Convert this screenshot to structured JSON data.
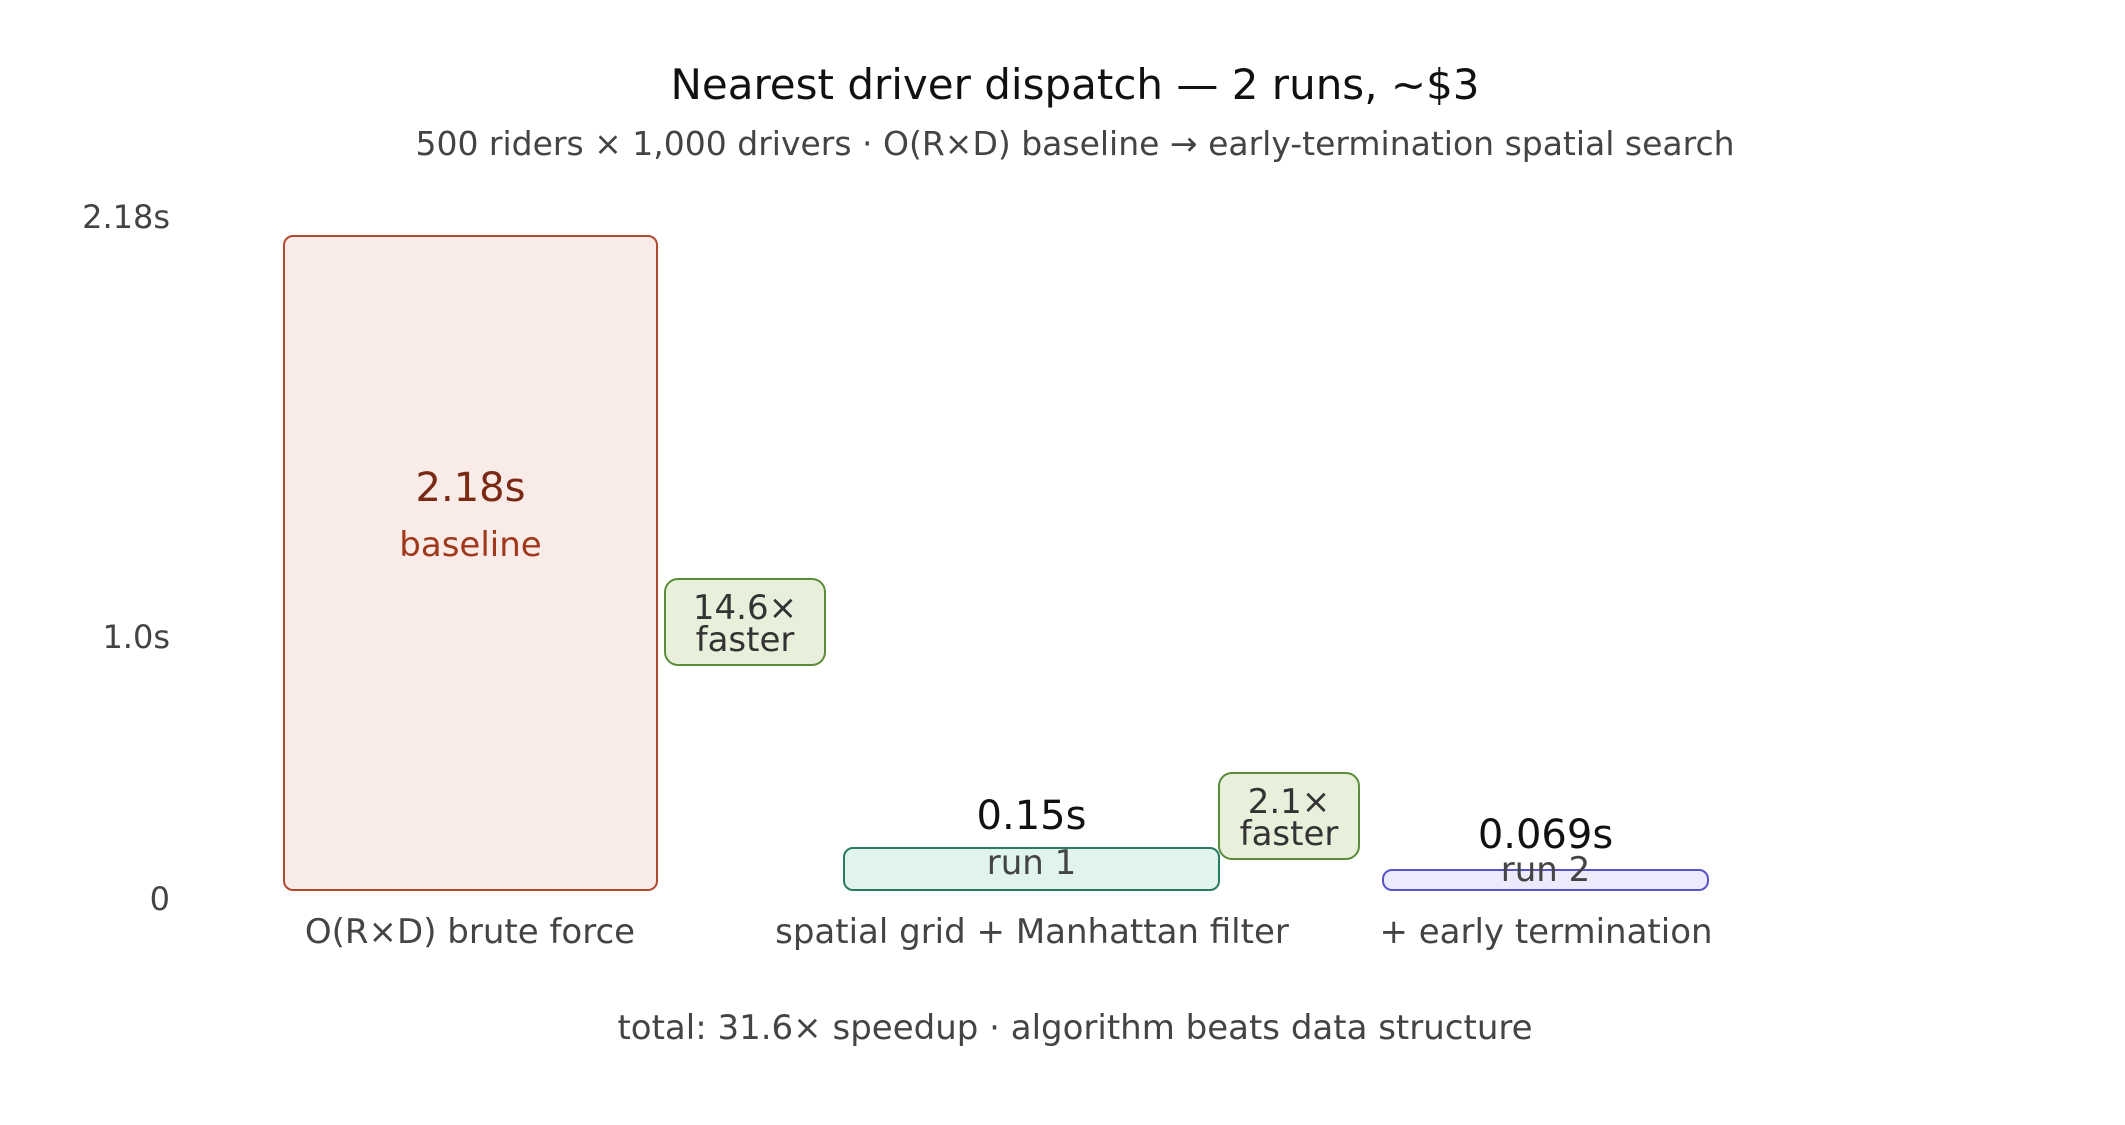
{
  "title": "Nearest driver dispatch — 2 runs, ~$3",
  "subtitle": "500 riders × 1,000 drivers · O(R×D) baseline → early-termination spatial search",
  "yaxis": {
    "ticks": [
      "2.18s",
      "1.0s",
      "0"
    ]
  },
  "bars": [
    {
      "category": "O(R×D) brute force",
      "value_label": "2.18s",
      "sub_label": "baseline",
      "value": 2.18,
      "color": "#b04a30",
      "fill": "#f9ebe7"
    },
    {
      "category": "spatial grid + Manhattan filter",
      "value_label": "0.15s",
      "sub_label": "run 1",
      "value": 0.15,
      "color": "#2a7a5f",
      "fill": "#e0f3ec"
    },
    {
      "category": "+ early termination",
      "value_label": "0.069s",
      "sub_label": "run 2",
      "value": 0.069,
      "color": "#5a52c8",
      "fill": "#ebebfb"
    }
  ],
  "badges": [
    {
      "line1": "14.6×",
      "line2": "faster"
    },
    {
      "line1": "2.1×",
      "line2": "faster"
    }
  ],
  "footer": "total: 31.6× speedup · algorithm beats data structure",
  "chart_data": {
    "type": "bar",
    "title": "Nearest driver dispatch — 2 runs, ~$3",
    "subtitle": "500 riders × 1,000 drivers · O(R×D) baseline → early-termination spatial search",
    "categories": [
      "O(R×D) brute force",
      "spatial grid + Manhattan filter",
      "+ early termination"
    ],
    "values": [
      2.18,
      0.15,
      0.069
    ],
    "bar_labels": [
      [
        "2.18s",
        "baseline"
      ],
      [
        "0.15s",
        "run 1"
      ],
      [
        "0.069s",
        "run 2"
      ]
    ],
    "annotations": [
      "14.6× faster",
      "2.1× faster",
      "total: 31.6× speedup · algorithm beats data structure"
    ],
    "xlabel": "",
    "ylabel": "",
    "yticks": [
      "0",
      "1.0s",
      "2.18s"
    ],
    "ylim": [
      0,
      2.18
    ],
    "grid": false,
    "legend": null
  }
}
